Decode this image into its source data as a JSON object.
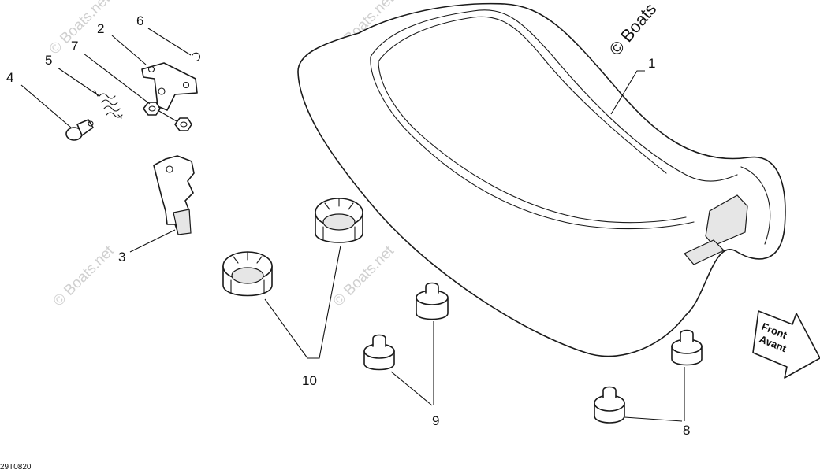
{
  "callouts": {
    "c1": "1",
    "c2": "2",
    "c3": "3",
    "c4": "4",
    "c5": "5",
    "c6": "6",
    "c7": "7",
    "c8": "8",
    "c9": "9",
    "c10": "10"
  },
  "watermark": "© Boats.net",
  "copyright": "© Boats",
  "front_arrow": {
    "line1": "Front",
    "line2": "Avant"
  },
  "figure_code": "29T0820"
}
